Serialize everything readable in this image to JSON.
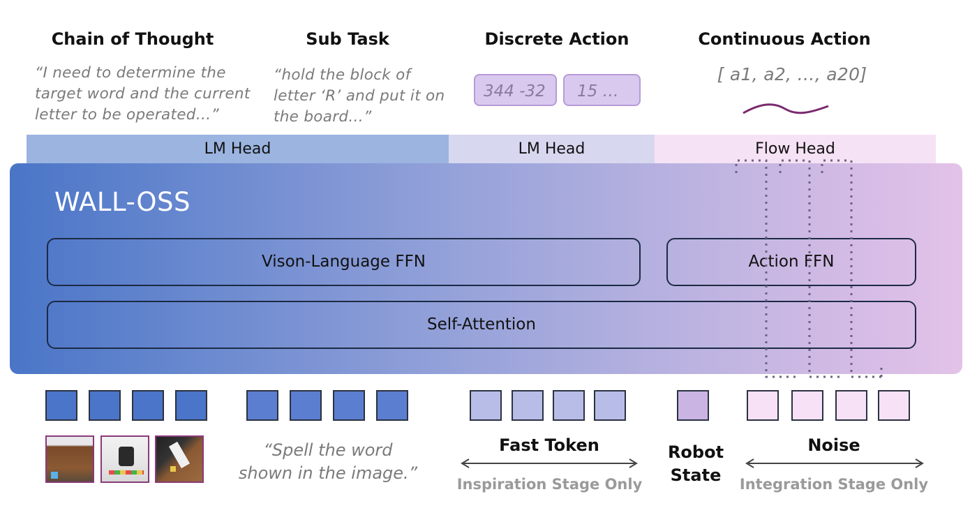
{
  "columns": [
    {
      "title": "Chain of Thought",
      "text": [
        "“I need to determine the",
        "target word and the current",
        "letter to be operated…”"
      ]
    },
    {
      "title": "Sub Task",
      "text": [
        "“hold the block of",
        "letter ‘R’ and put it on",
        "the board…”"
      ]
    },
    {
      "title": "Discrete Action",
      "chips": [
        "344 -32",
        "15  …"
      ]
    },
    {
      "title": "Continuous Action",
      "text": [
        "[ a1, a2, …, a20]"
      ]
    }
  ],
  "heads": [
    "LM Head",
    "LM Head",
    "Flow Head"
  ],
  "model": {
    "name": "WALL-OSS",
    "vl_ffn": "Vison-Language FFN",
    "action_ffn": "Action FFN",
    "self_attention": "Self-Attention"
  },
  "inputs": {
    "instruction": [
      "“Spell the word",
      "shown in the image.”"
    ],
    "fast_token": "Fast Token",
    "fast_token_stage": "Inspiration Stage Only",
    "robot_state": [
      "Robot",
      "State"
    ],
    "noise": "Noise",
    "noise_stage": "Integration Stage Only"
  },
  "colors": {
    "lm_head_1": "#9bb4e0",
    "lm_head_2": "#d8d7f0",
    "flow_head": "#f6e2f5",
    "chip_fill": "#d9c9ee",
    "wave": "#7a2a6e"
  }
}
